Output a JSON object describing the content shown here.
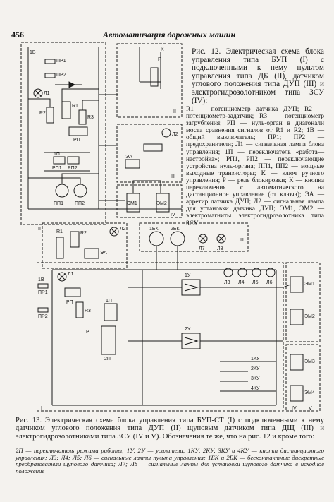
{
  "header": {
    "page_number": "456",
    "running_title": "Автоматизация дорожных машин"
  },
  "figure12": {
    "caption": "Рис. 12. Электрическая схема блока управления типа БУП (I) с подключенными к нему пультом управления типа ДБ (II), датчиком углового положения типа ДУП (III) и электрогидрозолотником типа ЗСУ (IV):",
    "legend": "R1 — потенциометр датчика ДУП; R2 — потенциометр-задатчик; R3 — потенциометр загрубления; РП — нуль-орган в диагонали моста сравнения сигналов от R1 и R2; 1В — общий выключатель; ПР1; ПР2 — предохранители; Л1 — сигнальная лампа блока управления; 1П — переключатель «работа—настройка»; РП1, РП2 — переключающие устройства нуль-органа; ПП1, ПП2 — мощные выходные транзисторы; К — ключ ручного управления; Р — реле блокировки; К — кнопка переключения с автоматического на дистанционное управление (от ключа); ЭА — арретир датчика ДУП; Л2 — сигнальная лампа для установки датчика ДУП; ЭМ1, ЭМ2 — электромагниты электрогидрозолотника типа ЗСУ",
    "labels": {
      "r1": "R1",
      "r2": "R2",
      "r3": "R3",
      "rp": "РП",
      "pr1": "ПР1",
      "pr2": "ПР2",
      "v1": "1В",
      "l1": "Л1",
      "l2": "Л2",
      "p1": "1П",
      "k": "K",
      "p": "Р",
      "ea": "ЭА",
      "rp1": "РП1",
      "rp2": "РП2",
      "pp1": "ПП1",
      "pp2": "ПП2",
      "em1": "ЭМ1",
      "em2": "ЭМ2",
      "roman2": "II",
      "roman3": "III",
      "roman4": "IV"
    }
  },
  "figure13": {
    "caption": "Рис. 13. Электрическая схема блока управления типа БУП-СТ (I) с подключенными к нему датчиком углового положения типа ДУП (II) щуповым датчиком типа ДЩ (III) и электрогидрозолотниками типа ЗСУ (IV и V). Обозначения те же, что на рис. 12 и кроме того:",
    "legend": "2П — переключатель режима работы; 1У, 2У — усилители; 1КУ, 2КУ, 3КУ и 4КУ — кнопки дистанционного управления; Л3; Л4; Л5; Л6 — сигнальные лампы пульта управления; 1БК и 2БК — бесконтактные дискретные преобразователи щупового датчика; Л7; Л8 — сигнальные лампы для установки щупового датчика в исходное положение",
    "labels": {
      "roman1": "I",
      "roman2": "II",
      "roman3": "III",
      "roman4": "IV",
      "roman5": "V",
      "r1": "R1",
      "r2": "R2",
      "r3": "R3",
      "l2": "Л2",
      "ea": "ЭА",
      "v1": "1В",
      "pr1": "ПР1",
      "pr2": "ПР2",
      "l1": "Л1",
      "rp": "РП",
      "p1": "1П",
      "p2": "2П",
      "p": "Р",
      "bk1": "1БК",
      "bk2": "2БК",
      "l7": "Л7",
      "l8": "Л8",
      "u1": "1У",
      "u2": "2У",
      "l3": "Л3",
      "l4": "Л4",
      "l5": "Л5",
      "l6": "Л6",
      "ku1": "1КУ",
      "ku2": "2КУ",
      "ku3": "3КУ",
      "ku4": "4КУ",
      "em1": "ЭМ1",
      "em2": "ЭМ2",
      "em3": "ЭМ3",
      "em4": "ЭМ4"
    }
  }
}
